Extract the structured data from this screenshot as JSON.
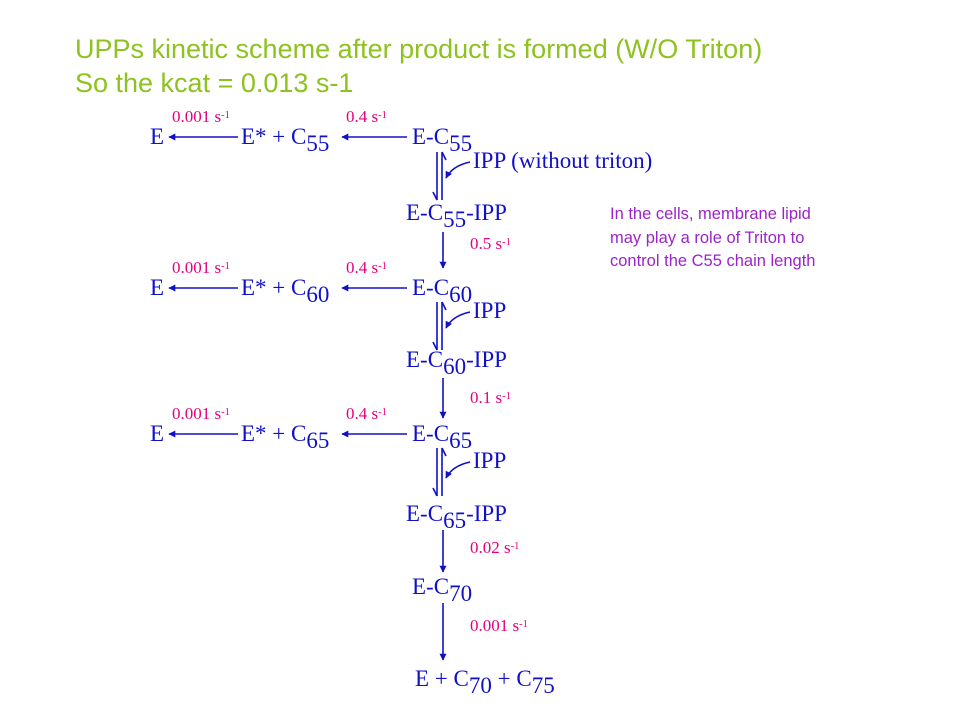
{
  "title": {
    "line1": "UPPs kinetic scheme after product is formed (W/O Triton)",
    "line2": "So the kcat = 0.013 s-1"
  },
  "note": {
    "line1": "In the cells, membrane lipid",
    "line2": "may play a role of Triton to",
    "line3": "control the C55 chain length"
  },
  "colors": {
    "title": "#8DC21F",
    "scheme": "#1010C8",
    "rate": "#E6007E",
    "note": "#9B24C8"
  },
  "scheme": {
    "release_rows": [
      {
        "enzyme": "E",
        "product_prefix": "E* + C",
        "product_sub": "55",
        "release_rate": "0.001 s",
        "release_exp": "-1",
        "dissociation_rate": "0.4 s",
        "dissociation_exp": "-1",
        "complex_prefix": "E-C",
        "complex_sub": "55"
      },
      {
        "enzyme": "E",
        "product_prefix": "E* + C",
        "product_sub": "60",
        "release_rate": "0.001 s",
        "release_exp": "-1",
        "dissociation_rate": "0.4 s",
        "dissociation_exp": "-1",
        "complex_prefix": "E-C",
        "complex_sub": "60"
      },
      {
        "enzyme": "E",
        "product_prefix": "E* + C",
        "product_sub": "65",
        "release_rate": "0.001 s",
        "release_exp": "-1",
        "dissociation_rate": "0.4 s",
        "dissociation_exp": "-1",
        "complex_prefix": "E-C",
        "complex_sub": "65"
      }
    ],
    "ipp_labels": [
      "IPP (without triton)",
      "IPP",
      "IPP"
    ],
    "ipp_complexes": [
      {
        "prefix": "E-C",
        "sub": "55",
        "suffix": "-IPP"
      },
      {
        "prefix": "E-C",
        "sub": "60",
        "suffix": "-IPP"
      },
      {
        "prefix": "E-C",
        "sub": "65",
        "suffix": "-IPP"
      }
    ],
    "elongation_rates": [
      {
        "value": "0.5 s",
        "exp": "-1"
      },
      {
        "value": "0.1 s",
        "exp": "-1"
      },
      {
        "value": "0.02 s",
        "exp": "-1"
      },
      {
        "value": "0.001 s",
        "exp": "-1"
      }
    ],
    "c70_complex": {
      "prefix": "E-C",
      "sub": "70"
    },
    "final_products": {
      "p1": "E + C",
      "s1": "70",
      "p2": " + C",
      "s2": "75"
    }
  }
}
